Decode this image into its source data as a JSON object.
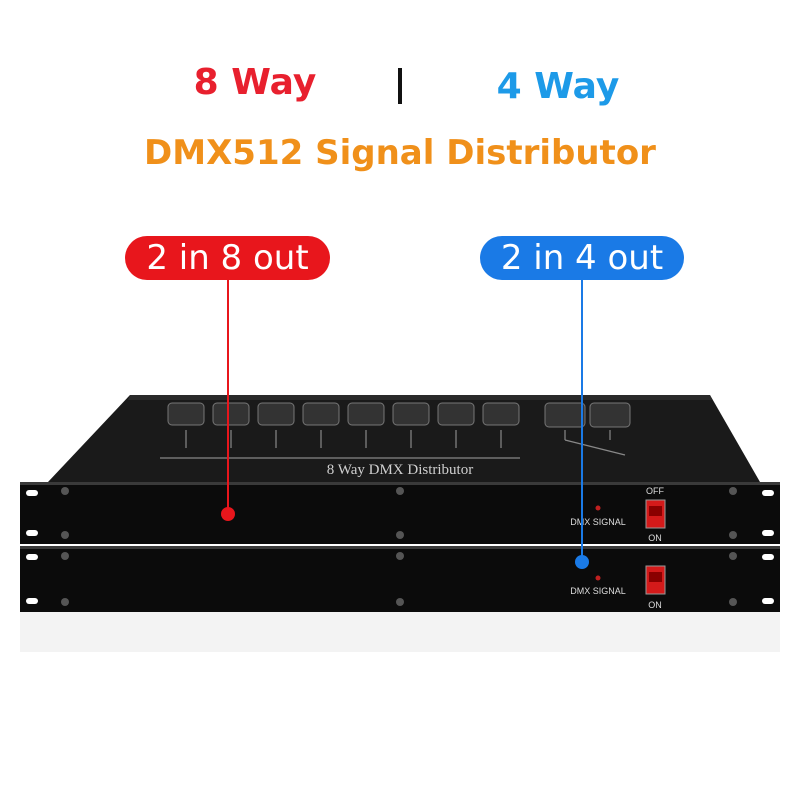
{
  "header": {
    "left": "8 Way",
    "separator": "|",
    "right": "4 Way",
    "subtitle": "DMX512 Signal Distributor"
  },
  "callouts": {
    "left": "2 in 8 out",
    "right": "2 in 4 out"
  },
  "device": {
    "top_label": "8 Way DMX Distributor",
    "indicator_label": "DMX SIGNAL",
    "indicator_label_lower": "DMX SIGNAL",
    "switch_off": "OFF",
    "switch_on": "ON",
    "switch_on_lower": "ON"
  },
  "colors": {
    "red": "#e8202e",
    "blue": "#1d9ae8",
    "orange": "#f0901a",
    "callout_red": "#e8161c",
    "callout_blue": "#1a7ae6",
    "chassis": "#0b0b0b"
  }
}
